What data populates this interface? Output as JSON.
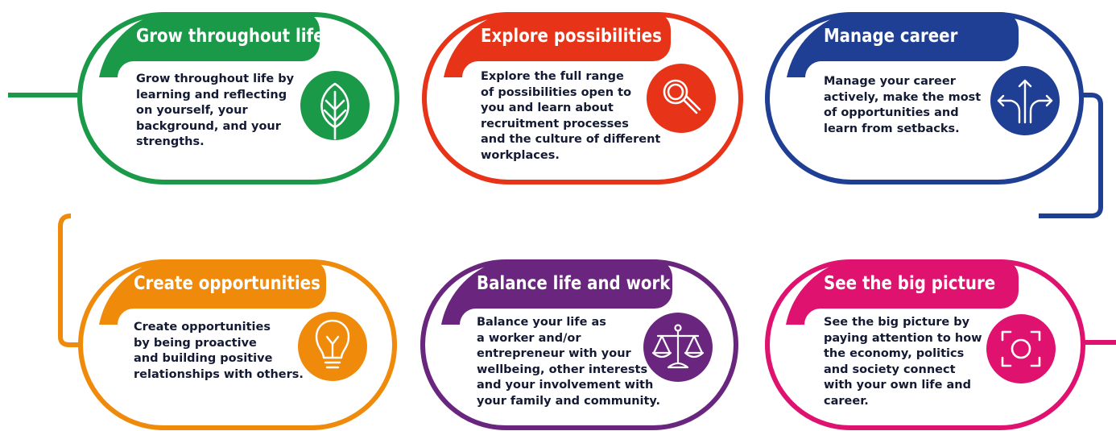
{
  "colors": {
    "green": "#1a9a48",
    "red": "#e73418",
    "blue": "#1f3f94",
    "orange": "#f08a0a",
    "purple": "#6a267f",
    "pink": "#e0126f",
    "text": "#141a33"
  },
  "steps": [
    {
      "title": "Grow throughout life",
      "color": "green",
      "icon": "leaf-icon",
      "lines": [
        "Grow throughout life by",
        "learning and reflecting",
        "on yourself, your",
        "background, and your",
        "strengths."
      ]
    },
    {
      "title": "Explore possibilities",
      "color": "red",
      "icon": "magnifier-icon",
      "lines": [
        "Explore the full range",
        "of possibilities open to",
        "you and learn about",
        "recruitment processes",
        "and the culture of different",
        "workplaces."
      ]
    },
    {
      "title": "Manage career",
      "color": "blue",
      "icon": "split-arrows-icon",
      "lines": [
        "Manage your career",
        "actively, make the most",
        "of opportunities and",
        "learn from setbacks."
      ]
    },
    {
      "title": "Create opportunities",
      "color": "orange",
      "icon": "lightbulb-icon",
      "lines": [
        "Create opportunities",
        "by being proactive",
        "and building positive",
        "relationships with others."
      ]
    },
    {
      "title": "Balance life and work",
      "color": "purple",
      "icon": "scales-icon",
      "lines": [
        "Balance your life as",
        "a worker and/or",
        "entrepreneur with your",
        "wellbeing, other interests",
        "and your involvement with",
        "your family and community."
      ]
    },
    {
      "title": "See the big picture",
      "color": "pink",
      "icon": "focus-frame-icon",
      "lines": [
        "See the big picture by",
        "paying attention to how",
        "the economy, politics",
        "and society connect",
        "with your own life and",
        "career."
      ]
    }
  ]
}
